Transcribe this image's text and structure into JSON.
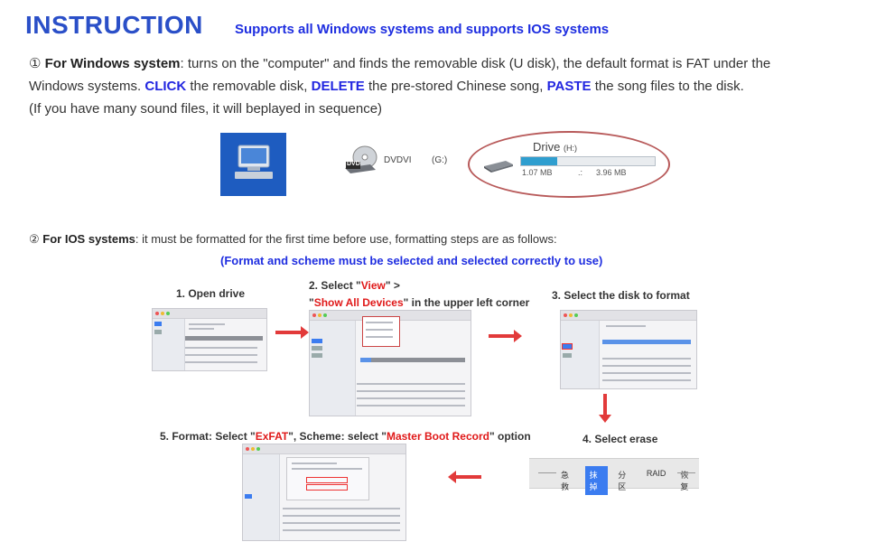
{
  "header": {
    "title": "INSTRUCTION",
    "support": "Supports all Windows systems and supports IOS systems"
  },
  "windows": {
    "mark": "①",
    "label": "For Windows system",
    "text1": ": turns on the \"computer\" and finds the removable disk (U disk), the default format is FAT under the",
    "text2a": "Windows systems.",
    "click": "CLICK",
    "text2b": "the removable disk,",
    "delete": "DELETE",
    "text2c": "the pre-stored Chinese song,",
    "paste": "PASTE",
    "text2d": "the song files to the disk.",
    "text3": "(If you have many sound files, it will beplayed in sequence)"
  },
  "drives": {
    "dvd_badge": "DVD",
    "dvd_name": "DVDVI",
    "dvd_letter": "(G:)",
    "drive_name": "Drive",
    "drive_letter": "(H:)",
    "used": "1.07 MB",
    "sep": ".:",
    "total": "3.96 MB",
    "fill_fraction": 0.27,
    "circle_color": "#b85a5a"
  },
  "ios": {
    "mark": "②",
    "label": "For IOS systems",
    "text": ": it must be formatted for the first time before use, formatting steps are as follows:",
    "note": "(Format and scheme must be selected and selected correctly to use)"
  },
  "steps": {
    "s1": "1. Open drive",
    "s2a": "2. Select \"",
    "s2_view": "View",
    "s2b": "\" >",
    "s2_q": "\"",
    "s2_show": "Show All Devices",
    "s2c": "\" in the upper left corner",
    "s3": "3. Select the disk to format",
    "s4": "4. Select erase",
    "s5a": "5. Format: Select \"",
    "s5_exfat": "ExFAT",
    "s5b": "\", Scheme: select \"",
    "s5_mbr": "Master Boot Record",
    "s5c": "\" option"
  },
  "toolbar": {
    "items": [
      "急救",
      "抹掉",
      "分区",
      "RAID",
      "恢复"
    ],
    "selected": "抹掉"
  },
  "colors": {
    "title": "#2a4fc8",
    "keyword": "#2226e0",
    "highlight": "#e01919",
    "arrow": "#e23a3a"
  }
}
